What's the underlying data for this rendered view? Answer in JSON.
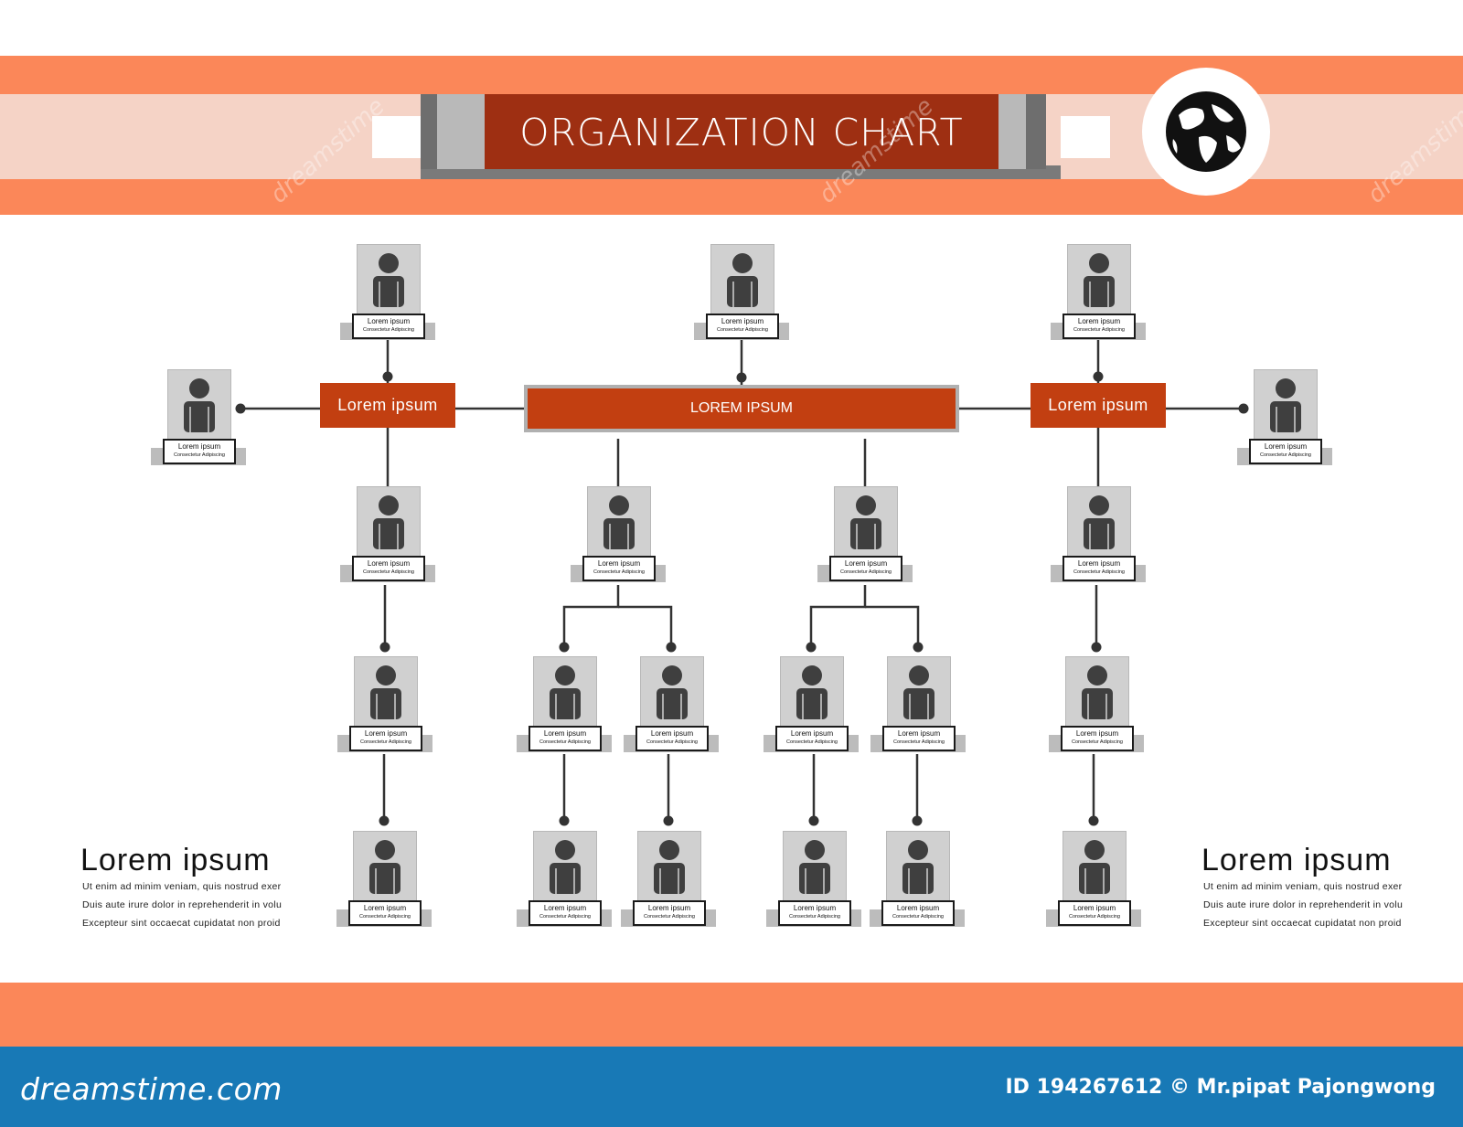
{
  "header": {
    "title": "ORGANIZATION CHART"
  },
  "boxes": {
    "center": "LOREM IPSUM",
    "left": "Lorem  ipsum",
    "right": "Lorem  ipsum"
  },
  "node": {
    "name": "Lorem ipsum",
    "role": "Consectetur Adipiscing"
  },
  "text_blocks": {
    "left": {
      "title": "Lorem  ipsum",
      "lines": [
        "Ut enim ad minim veniam, quis nostrud exer",
        "Duis aute irure dolor in reprehenderit in volu",
        "Excepteur sint occaecat cupidatat non proid"
      ]
    },
    "right": {
      "title": "Lorem  ipsum",
      "lines": [
        "Ut enim ad minim veniam, quis nostrud exer",
        "Duis aute irure dolor in reprehenderit in volu",
        "Excepteur sint occaecat cupidatat non proid"
      ]
    }
  },
  "watermark": "dreamstime",
  "footer": {
    "brand": "dreamstime.com",
    "credit": "ID 194267612 © Mr.pipat Pajongwong"
  },
  "colors": {
    "orange_band": "#fb8759",
    "pale_band": "#f5d3c6",
    "title_red": "#9e2f12",
    "box_orange": "#c23f11",
    "footer_blue": "#1879b6",
    "avatar_bg": "#d0d0d0",
    "person": "#3f3f3f",
    "connector": "#333333"
  }
}
